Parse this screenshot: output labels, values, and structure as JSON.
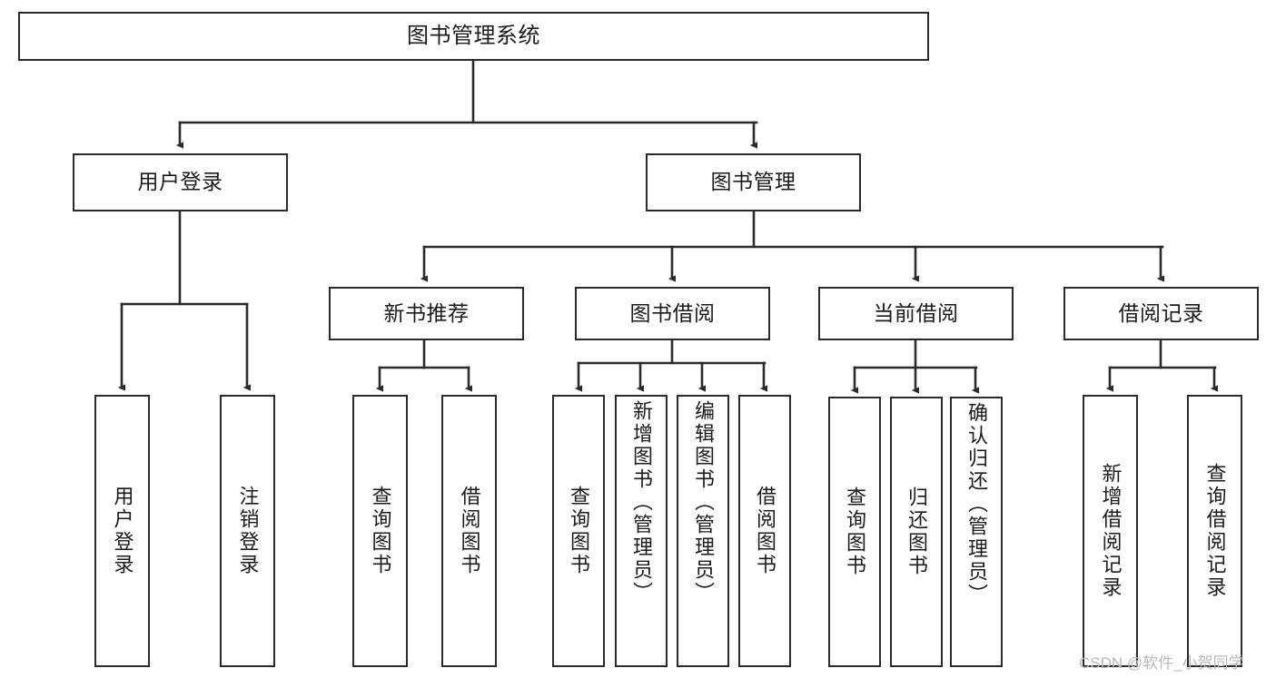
{
  "diagram": {
    "title": "图书管理系统",
    "type": "tree-hierarchy",
    "watermark": "CSDN @软件_小贺同学",
    "colors": {
      "border": "#2b2b2b",
      "box_fill": "#ffffff",
      "edge": "#2b2b2b",
      "text": "#1b1b1b",
      "watermark": "#b9b9b9",
      "background": "#ffffff"
    },
    "levels": {
      "level1": [
        {
          "id": "root",
          "label": "图书管理系统"
        }
      ],
      "level2": [
        {
          "id": "user-login",
          "label": "用户登录",
          "parent": "root"
        },
        {
          "id": "book-manage",
          "label": "图书管理",
          "parent": "root"
        }
      ],
      "level3": [
        {
          "id": "new-book-rec",
          "label": "新书推荐",
          "parent": "book-manage"
        },
        {
          "id": "book-borrow",
          "label": "图书借阅",
          "parent": "book-manage"
        },
        {
          "id": "current-borrow",
          "label": "当前借阅",
          "parent": "book-manage"
        },
        {
          "id": "borrow-record",
          "label": "借阅记录",
          "parent": "book-manage"
        }
      ],
      "leaves": [
        {
          "id": "leaf-user-login",
          "label": "用户登录",
          "parent": "user-login"
        },
        {
          "id": "leaf-logout",
          "label": "注销登录",
          "parent": "user-login"
        },
        {
          "id": "leaf-query-book-1",
          "label": "查询图书",
          "parent": "new-book-rec"
        },
        {
          "id": "leaf-borrow-book-1",
          "label": "借阅图书",
          "parent": "new-book-rec"
        },
        {
          "id": "leaf-query-book-2",
          "label": "查询图书",
          "parent": "book-borrow"
        },
        {
          "id": "leaf-add-book",
          "label": "新增图书（管理员）",
          "parent": "book-borrow"
        },
        {
          "id": "leaf-edit-book",
          "label": "编辑图书（管理员）",
          "parent": "book-borrow"
        },
        {
          "id": "leaf-borrow-book-2",
          "label": "借阅图书",
          "parent": "book-borrow"
        },
        {
          "id": "leaf-query-book-3",
          "label": "查询图书",
          "parent": "current-borrow"
        },
        {
          "id": "leaf-return-book",
          "label": "归还图书",
          "parent": "current-borrow"
        },
        {
          "id": "leaf-confirm-return",
          "label": "确认归还（管理员）",
          "parent": "current-borrow"
        },
        {
          "id": "leaf-add-record",
          "label": "新增借阅记录",
          "parent": "borrow-record"
        },
        {
          "id": "leaf-query-record",
          "label": "查询借阅记录",
          "parent": "borrow-record"
        }
      ]
    }
  }
}
